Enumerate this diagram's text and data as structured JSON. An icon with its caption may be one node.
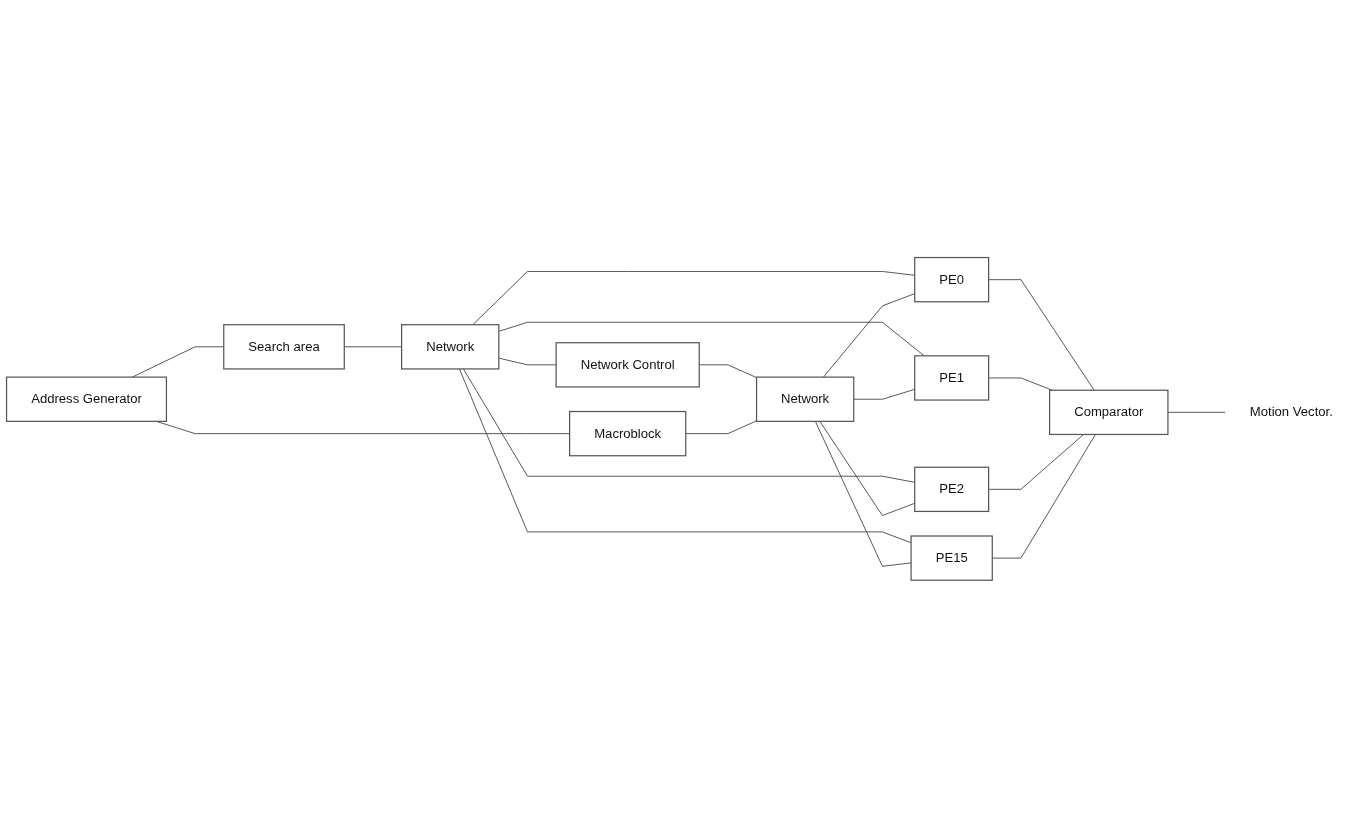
{
  "diagram": {
    "nodes": [
      {
        "text": [
          "Address Generator"
        ]
      },
      {
        "text": [
          "Search area"
        ]
      },
      {
        "text": [
          "Network"
        ]
      },
      {
        "text": [
          "Network Control"
        ]
      },
      {
        "text": [
          "Macroblock"
        ]
      },
      {
        "text": [
          "Network"
        ]
      },
      {
        "text": [
          "PE0"
        ]
      },
      {
        "text": [
          "PE1"
        ]
      },
      {
        "text": [
          "PE2"
        ]
      },
      {
        "text": [
          "PE15"
        ]
      },
      {
        "text": [
          "Comparator"
        ]
      },
      {
        "text": [
          "Motion Vector."
        ]
      }
    ],
    "edges": [
      {
        "from": 0,
        "to": 1,
        "arrow": "none"
      },
      {
        "from": 0,
        "to": 4,
        "arrow": "none"
      },
      {
        "from": 1,
        "to": 2,
        "arrow": "none"
      },
      {
        "from": 2,
        "to": 3,
        "arrow": "none"
      },
      {
        "from": 3,
        "to": 5,
        "arrow": "none"
      },
      {
        "from": 4,
        "to": 5,
        "arrow": "none"
      },
      {
        "from": 2,
        "to": 6,
        "arrow": "none"
      },
      {
        "from": 2,
        "to": 7,
        "arrow": "none"
      },
      {
        "from": 2,
        "to": 8,
        "arrow": "none"
      },
      {
        "from": 2,
        "to": 9,
        "arrow": "none"
      },
      {
        "from": 5,
        "to": 6,
        "arrow": "none"
      },
      {
        "from": 5,
        "to": 7,
        "arrow": "none"
      },
      {
        "from": 5,
        "to": 8,
        "arrow": "none"
      },
      {
        "from": 5,
        "to": 9,
        "arrow": "none"
      },
      {
        "from": 6,
        "to": 10,
        "arrow": "none"
      },
      {
        "from": 7,
        "to": 10,
        "arrow": "none"
      },
      {
        "from": 8,
        "to": 10,
        "arrow": "none"
      },
      {
        "from": 9,
        "to": 10,
        "arrow": "none"
      },
      {
        "from": 10,
        "to": 11,
        "arrow": "none"
      }
    ]
  }
}
